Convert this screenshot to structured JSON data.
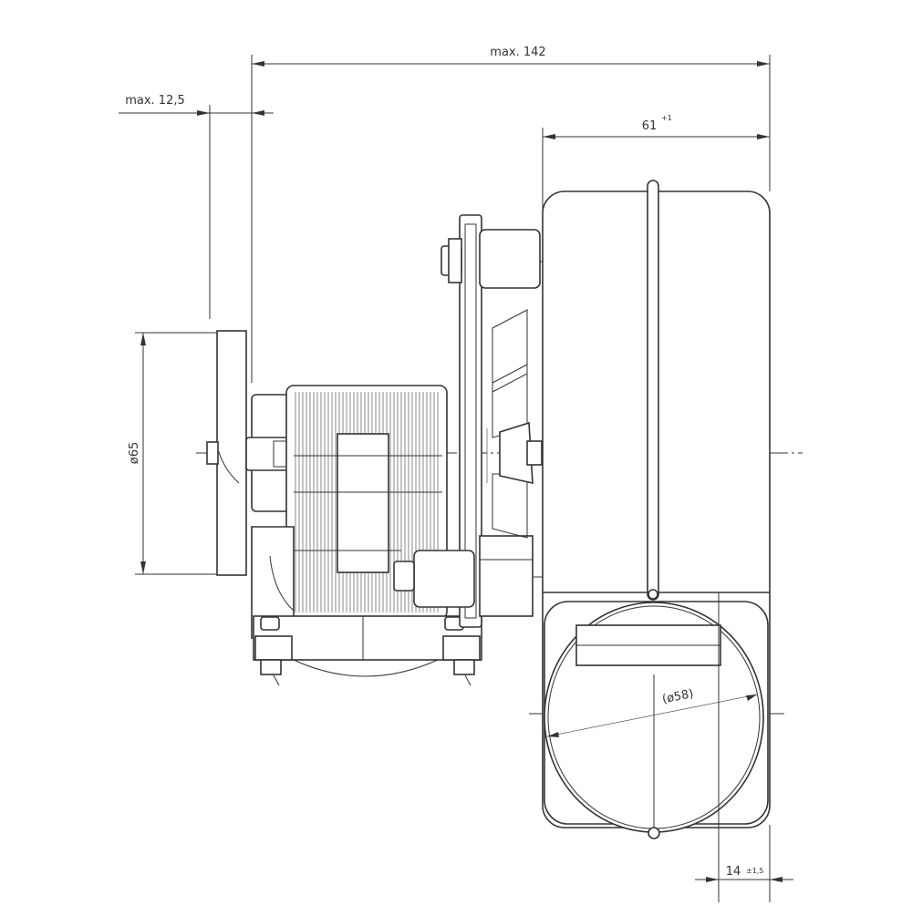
{
  "drawing": {
    "dimensions": {
      "overall_length": "max. 142",
      "flange_offset": "max. 12,5",
      "housing_width": "61",
      "housing_width_tol": "+1",
      "flange_diameter": "ø65",
      "outlet_diameter": "(ø58)",
      "outlet_offset": "14",
      "outlet_offset_tol": "±1,5"
    }
  }
}
